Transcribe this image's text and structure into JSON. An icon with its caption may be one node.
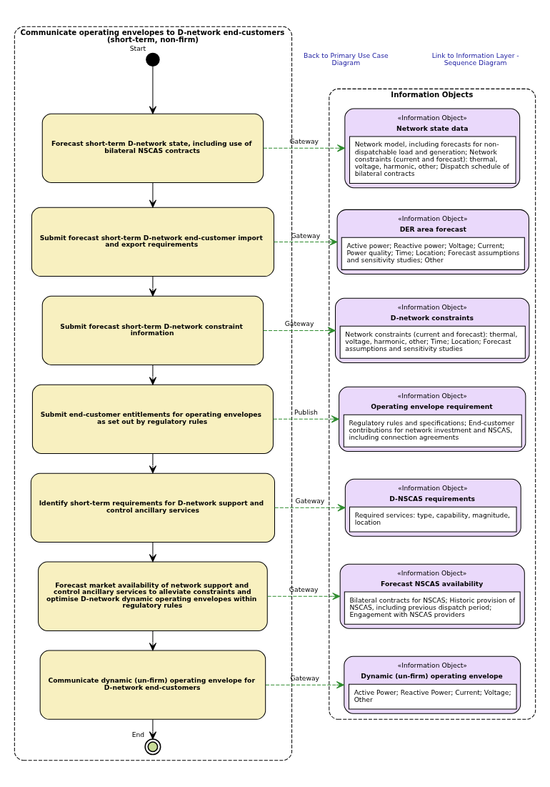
{
  "diagram": {
    "nodes": [
      {
        "text": [
          "Communicate operating envelopes to D-network end-customers (short-term, non-firm)"
        ]
      },
      {
        "text": [],
        "shape": "circle",
        "in": 0,
        "beside": [
          "Start"
        ]
      },
      {
        "text": [
          "Forecast short-term D-network state, including use of bilateral NSCAS contracts"
        ],
        "in": 0
      },
      {
        "text": [
          "Submit forecast short-term D-network end-customer import and export requirements"
        ],
        "in": 0
      },
      {
        "text": [
          "Submit forecast short-term D-network constraint information"
        ],
        "in": 0
      },
      {
        "text": [
          "Submit end-customer entitlements for operating envelopes as set out by regulatory rules"
        ],
        "in": 0
      },
      {
        "text": [
          "Identify short-term requirements for D-network support and control ancillary services"
        ],
        "in": 0
      },
      {
        "text": [
          "Forecast market availability of network support and control ancillary services to alleviate constraints and optimise D-network dynamic operating envelopes within regulatory rules"
        ],
        "in": 0
      },
      {
        "text": [
          "Communicate dynamic (un-firm) operating envelope for D-network end-customers"
        ],
        "in": 0
      },
      {
        "text": [],
        "shape": "circle",
        "in": 0,
        "beside": [
          "End"
        ]
      },
      {
        "text": [
          "Information Objects"
        ]
      },
      {
        "text": [
          "«Information Object»",
          "Network state data",
          "Network model, including forecasts for non-dispatchable load and generation; Network constraints (current and forecast): thermal, voltage, harmonic, other; Dispatch schedule of bilateral contracts"
        ],
        "in": 10
      },
      {
        "text": [
          "«Information Object»",
          "DER area forecast",
          "Active power; Reactive power; Voltage; Current; Power quality; Time; Location; Forecast assumptions and sensitivity studies; Other"
        ],
        "in": 10
      },
      {
        "text": [
          "«Information Object»",
          "D-network constraints",
          "Network constraints (current and forecast): thermal, voltage, harmonic, other; Time; Location; Forecast assumptions and sensitivity studies"
        ],
        "in": 10
      },
      {
        "text": [
          "«Information Object»",
          "Operating envelope requirement",
          "Regulatory rules and specifications; End-customer contributions for network investment and NSCAS, including connection agreements"
        ],
        "in": 10
      },
      {
        "text": [
          "«Information Object»",
          "D-NSCAS requirements",
          "Required services: type, capability, magnitude, location"
        ],
        "in": 10
      },
      {
        "text": [
          "«Information Object»",
          "Forecast NSCAS availability",
          "Bilateral contracts for NSCAS; Historic provision of NSCAS, including previous dispatch period; Engagement with NSCAS providers"
        ],
        "in": 10
      },
      {
        "text": [
          "«Information Object»",
          "Dynamic (un-firm) operating envelope",
          "Active Power; Reactive Power; Current; Voltage; Other"
        ],
        "in": 10
      }
    ],
    "edges": [
      {
        "from": 1,
        "to": 2,
        "arrow": "to"
      },
      {
        "from": 2,
        "to": 3,
        "arrow": "to"
      },
      {
        "from": 3,
        "to": 4,
        "arrow": "to"
      },
      {
        "from": 4,
        "to": 5,
        "arrow": "to"
      },
      {
        "from": 5,
        "to": 6,
        "arrow": "to"
      },
      {
        "from": 6,
        "to": 7,
        "arrow": "to"
      },
      {
        "from": 7,
        "to": 8,
        "arrow": "to"
      },
      {
        "from": 8,
        "to": 9,
        "arrow": "to"
      },
      {
        "from": 2,
        "to": 11,
        "arrow": "to",
        "label": "Gateway",
        "style": "dashed",
        "color": "#2e8b2e"
      },
      {
        "from": 3,
        "to": 12,
        "arrow": "to",
        "label": "Gateway",
        "style": "dashed",
        "color": "#2e8b2e"
      },
      {
        "from": 4,
        "to": 13,
        "arrow": "to",
        "label": "Gateway",
        "style": "dashed",
        "color": "#2e8b2e"
      },
      {
        "from": 5,
        "to": 14,
        "arrow": "to",
        "label": "Publish",
        "style": "dashed",
        "color": "#2e8b2e"
      },
      {
        "from": 6,
        "to": 15,
        "arrow": "to",
        "label": "Gateway",
        "style": "dashed",
        "color": "#2e8b2e"
      },
      {
        "from": 7,
        "to": 16,
        "arrow": "to",
        "label": "Gateway",
        "style": "dashed",
        "color": "#2e8b2e"
      },
      {
        "from": 8,
        "to": 17,
        "arrow": "to",
        "label": "Gateway",
        "style": "dashed",
        "color": "#2e8b2e"
      }
    ],
    "labels": [
      "Back to Primary Use Case Diagram",
      "Link to Information Layer - Sequence Diagram"
    ]
  }
}
